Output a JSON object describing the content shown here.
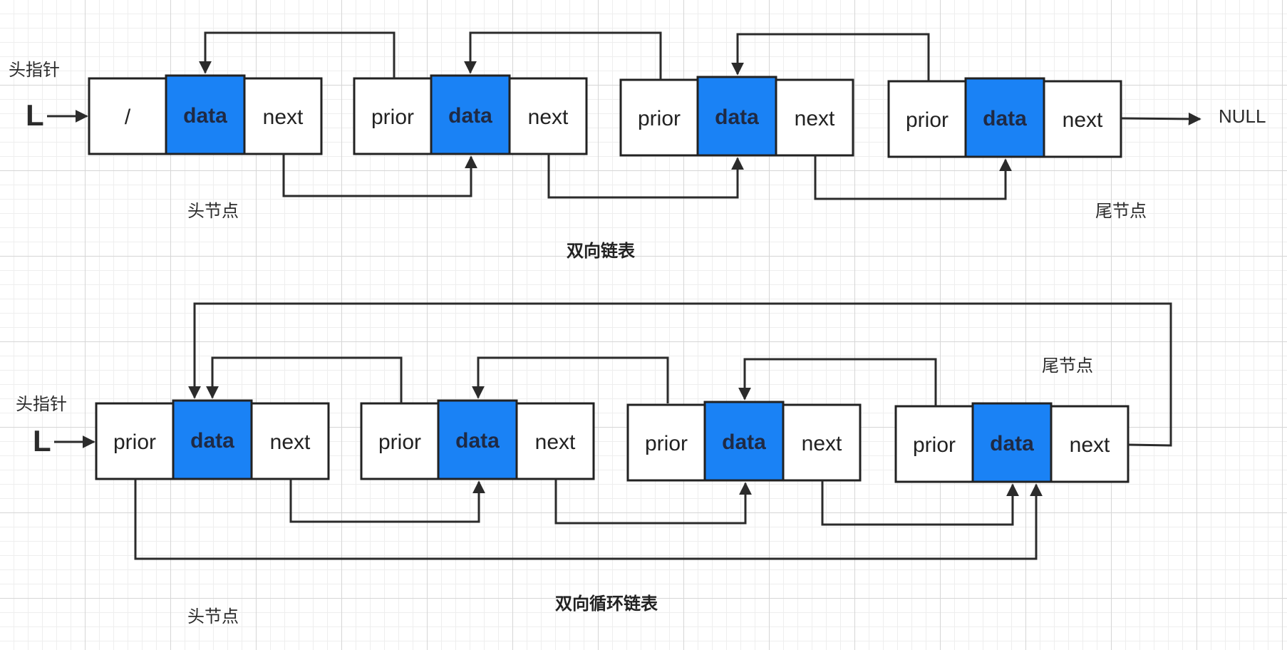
{
  "diagrams": [
    {
      "title": "双向链表",
      "head_pointer_label": "头指针",
      "pointer_variable": "L",
      "head_node_label": "头节点",
      "tail_node_label": "尾节点",
      "tail_target": "NULL",
      "nodes": [
        {
          "fields": [
            "/",
            "data",
            "next"
          ]
        },
        {
          "fields": [
            "prior",
            "data",
            "next"
          ]
        },
        {
          "fields": [
            "prior",
            "data",
            "next"
          ]
        },
        {
          "fields": [
            "prior",
            "data",
            "next"
          ]
        }
      ]
    },
    {
      "title": "双向循环链表",
      "head_pointer_label": "头指针",
      "pointer_variable": "L",
      "head_node_label": "头节点",
      "tail_node_label": "尾节点",
      "nodes": [
        {
          "fields": [
            "prior",
            "data",
            "next"
          ]
        },
        {
          "fields": [
            "prior",
            "data",
            "next"
          ]
        },
        {
          "fields": [
            "prior",
            "data",
            "next"
          ]
        },
        {
          "fields": [
            "prior",
            "data",
            "next"
          ]
        }
      ]
    }
  ],
  "colors": {
    "data_fill": "#1a82f5",
    "data_text": "#1f2a44",
    "line": "#2b2b2b",
    "grid_major": "#d6d6d6",
    "grid_minor": "#eeeeee"
  },
  "icons": {
    "pointer_arrow": "arrow-right-icon",
    "link_arrow": "arrow-up-icon"
  }
}
